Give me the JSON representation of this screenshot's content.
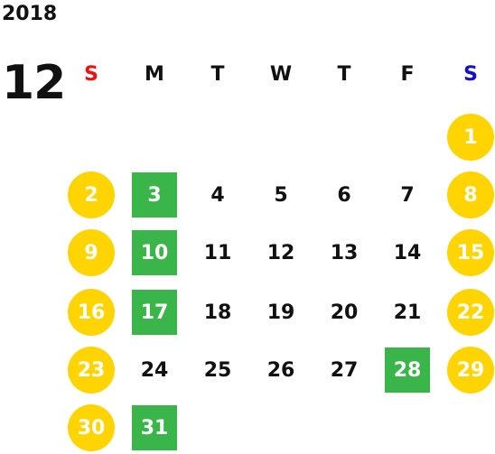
{
  "calendar": {
    "year": "2018",
    "month": "12",
    "weekdays": [
      "S",
      "M",
      "T",
      "W",
      "T",
      "F",
      "S"
    ],
    "colors": {
      "sunday_header": "#ee1111",
      "saturday_header": "#1111cc",
      "weekend_circle": "#ffd400",
      "highlight_square": "#3ab54a"
    },
    "weeks": [
      [
        null,
        null,
        null,
        null,
        null,
        null,
        {
          "day": "1",
          "style": "holiday"
        }
      ],
      [
        {
          "day": "2",
          "style": "holiday"
        },
        {
          "day": "3",
          "style": "event"
        },
        {
          "day": "4",
          "style": "plain"
        },
        {
          "day": "5",
          "style": "plain"
        },
        {
          "day": "6",
          "style": "plain"
        },
        {
          "day": "7",
          "style": "plain"
        },
        {
          "day": "8",
          "style": "holiday"
        }
      ],
      [
        {
          "day": "9",
          "style": "holiday"
        },
        {
          "day": "10",
          "style": "event"
        },
        {
          "day": "11",
          "style": "plain"
        },
        {
          "day": "12",
          "style": "plain"
        },
        {
          "day": "13",
          "style": "plain"
        },
        {
          "day": "14",
          "style": "plain"
        },
        {
          "day": "15",
          "style": "holiday"
        }
      ],
      [
        {
          "day": "16",
          "style": "holiday"
        },
        {
          "day": "17",
          "style": "event"
        },
        {
          "day": "18",
          "style": "plain"
        },
        {
          "day": "19",
          "style": "plain"
        },
        {
          "day": "20",
          "style": "plain"
        },
        {
          "day": "21",
          "style": "plain"
        },
        {
          "day": "22",
          "style": "holiday"
        }
      ],
      [
        {
          "day": "23",
          "style": "holiday"
        },
        {
          "day": "24",
          "style": "plain"
        },
        {
          "day": "25",
          "style": "plain"
        },
        {
          "day": "26",
          "style": "plain"
        },
        {
          "day": "27",
          "style": "plain"
        },
        {
          "day": "28",
          "style": "event"
        },
        {
          "day": "29",
          "style": "holiday"
        }
      ],
      [
        {
          "day": "30",
          "style": "holiday"
        },
        {
          "day": "31",
          "style": "event"
        },
        null,
        null,
        null,
        null,
        null
      ]
    ]
  }
}
